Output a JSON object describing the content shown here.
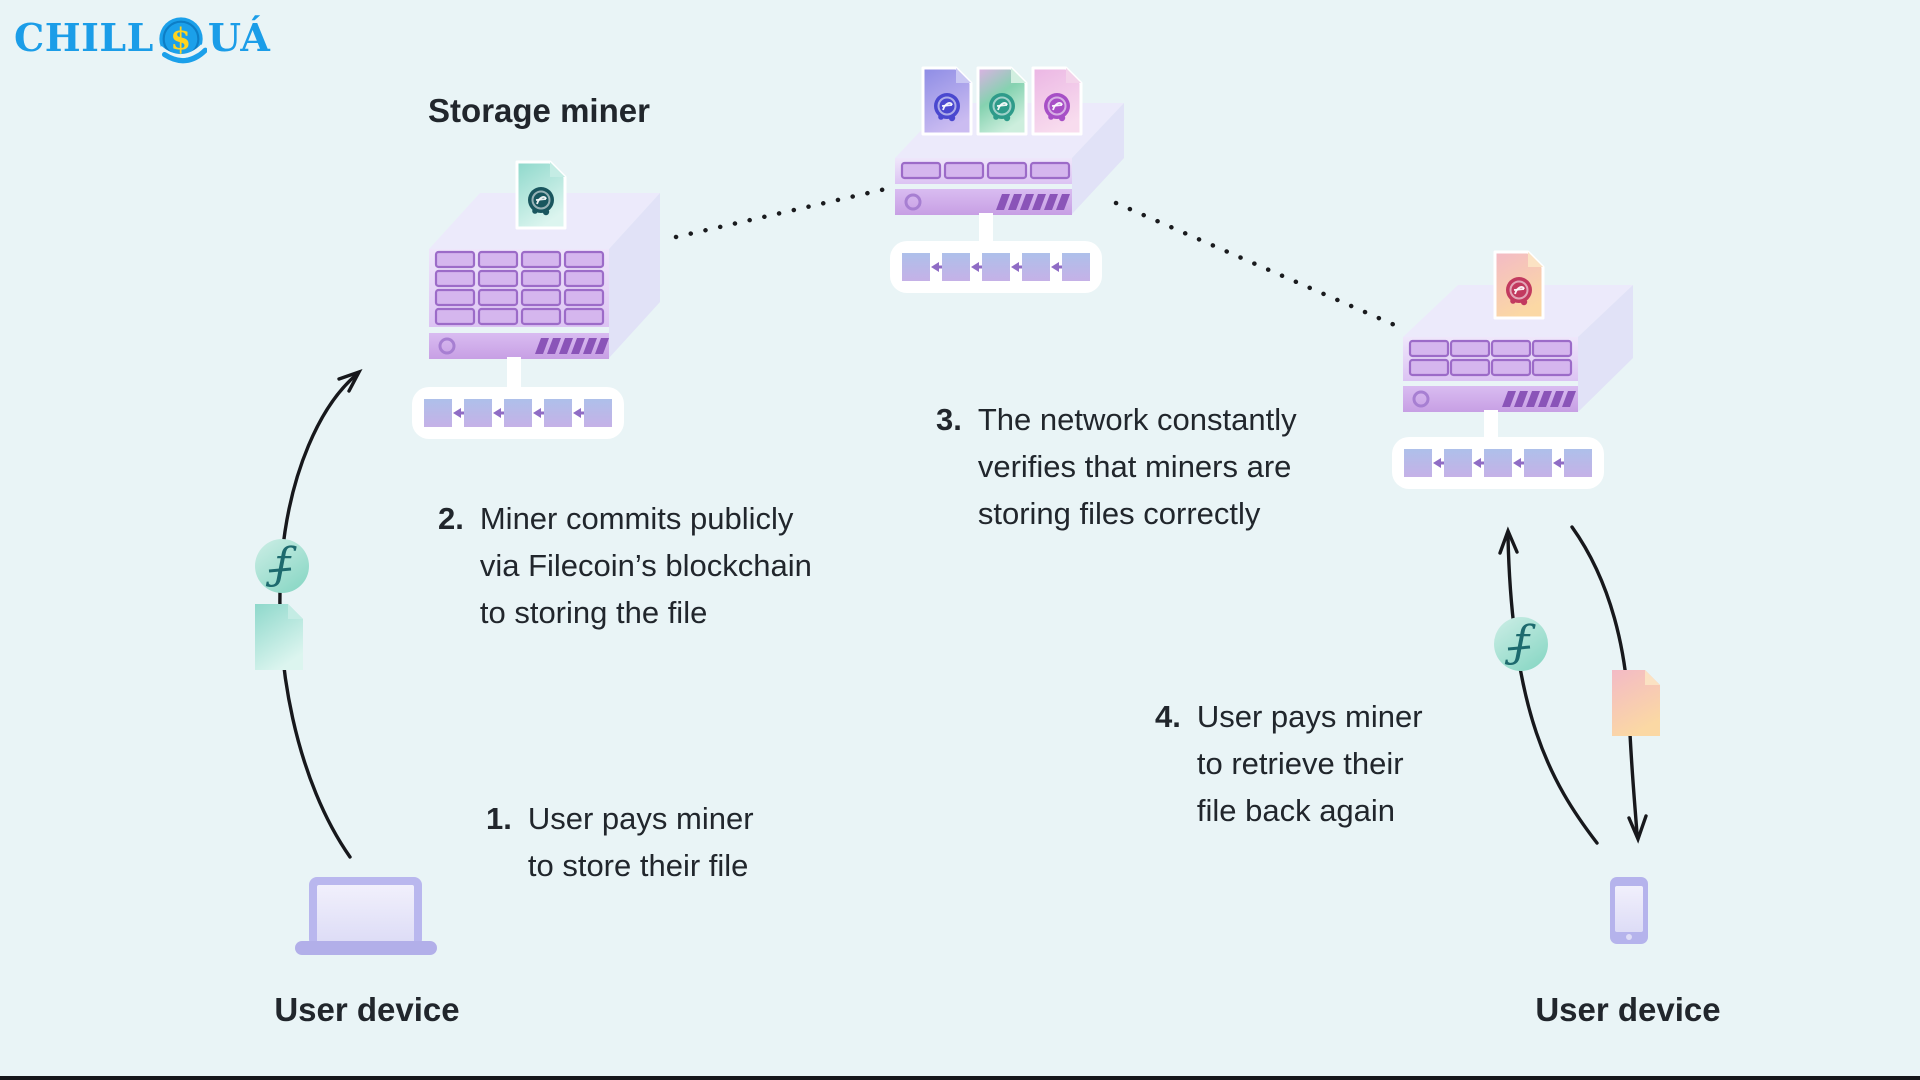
{
  "page": {
    "background": "#e9f4f6",
    "bottom_border_color": "#15161a"
  },
  "logo": {
    "text_left": "CHILL",
    "text_right": "UÁ",
    "coin_symbol": "$",
    "color": "#1b9de8",
    "coin_yellow": "#ffd41f"
  },
  "labels": {
    "storage_miner": "Storage miner",
    "user_device_left": "User device",
    "user_device_right": "User device"
  },
  "steps": [
    {
      "num": "1.",
      "lines": [
        "User pays miner",
        "to store their file"
      ]
    },
    {
      "num": "2.",
      "lines": [
        "Miner commits publicly",
        "via Filecoin’s blockchain",
        "to storing the file"
      ]
    },
    {
      "num": "3.",
      "lines": [
        "The network constantly",
        "verifies that miners are",
        "storing files correctly"
      ]
    },
    {
      "num": "4.",
      "lines": [
        "User pays miner",
        "to retrieve their",
        "file back again"
      ]
    }
  ],
  "icons": {
    "filecoin_symbol": "ƒ",
    "server_icon": "storage-server",
    "blockchain_icon": "linked-blocks",
    "document_icon": "file-with-seal",
    "coin_icon": "filecoin-token",
    "laptop_icon": "laptop",
    "phone_icon": "smartphone"
  },
  "colors": {
    "text": "#21262c",
    "server_purple": "#9c6bc8",
    "server_strip": "#c79fe4",
    "chain_arrow": "#8f6cc5",
    "teal_doc": "#8ed8cb",
    "violet_doc": "#8d8ce5",
    "pink_doc": "#ebb6e4",
    "orange_doc": "#fbd8a4",
    "coin_teal": "#90dac9",
    "badge_teal": "#19565e",
    "badge_violet": "#4a48cf",
    "badge_green": "#2e9b8a",
    "badge_magenta": "#a74fc6",
    "badge_red": "#c23a5f",
    "arrow_black": "#17181c"
  }
}
